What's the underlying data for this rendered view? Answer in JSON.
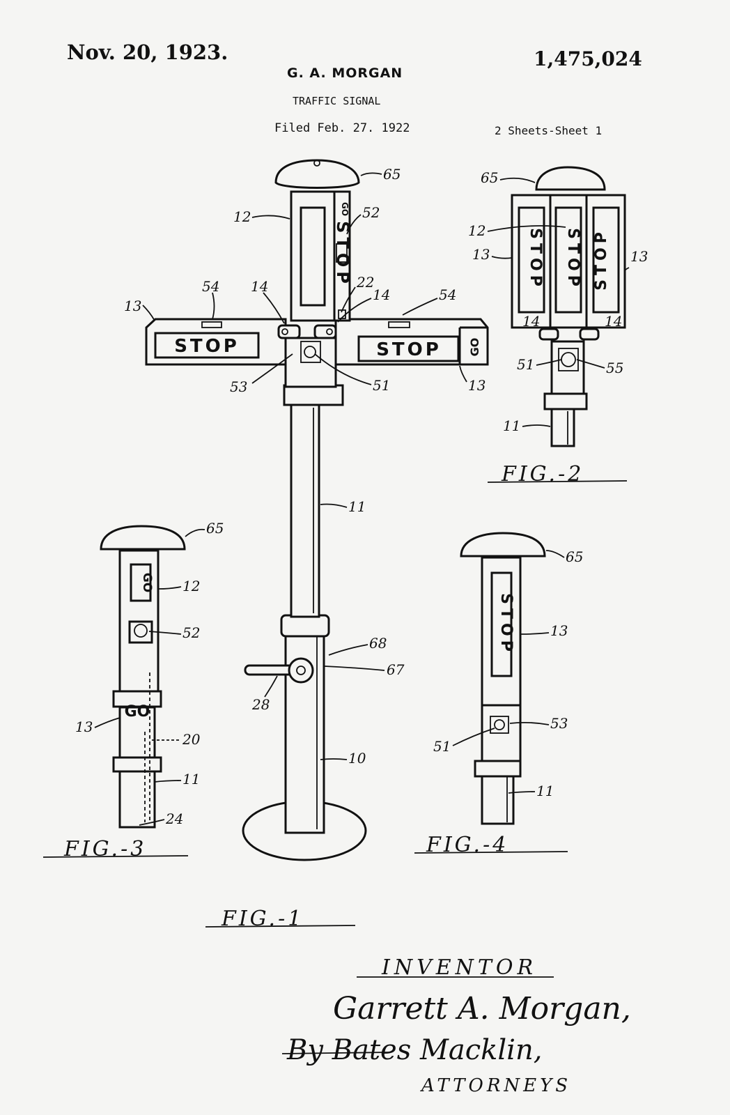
{
  "header": {
    "date": "Nov. 20, 1923.",
    "patent_number": "1,475,024",
    "inventor": "G. A. MORGAN",
    "title": "TRAFFIC SIGNAL",
    "filed": "Filed Feb. 27. 1922",
    "sheets": "2 Sheets-Sheet 1"
  },
  "signs": {
    "stop": "STOP",
    "go": "GO"
  },
  "figures": {
    "fig1": "FIG.-1",
    "fig2": "FIG.-2",
    "fig3": "FIG.-3",
    "fig4": "FIG.-4"
  },
  "refs": {
    "r10": "10",
    "r11": "11",
    "r12": "12",
    "r13": "13",
    "r14": "14",
    "r20": "20",
    "r22": "22",
    "r24": "24",
    "r28": "28",
    "r51": "51",
    "r52": "52",
    "r53": "53",
    "r54": "54",
    "r55": "55",
    "r65": "65",
    "r67": "67",
    "r68": "68"
  },
  "signature": {
    "inventor_label": "INVENTOR",
    "inventor_name": "Garrett A. Morgan,",
    "by_line": "By Bates Macklin,",
    "attorneys_label": "ATTORNEYS"
  }
}
